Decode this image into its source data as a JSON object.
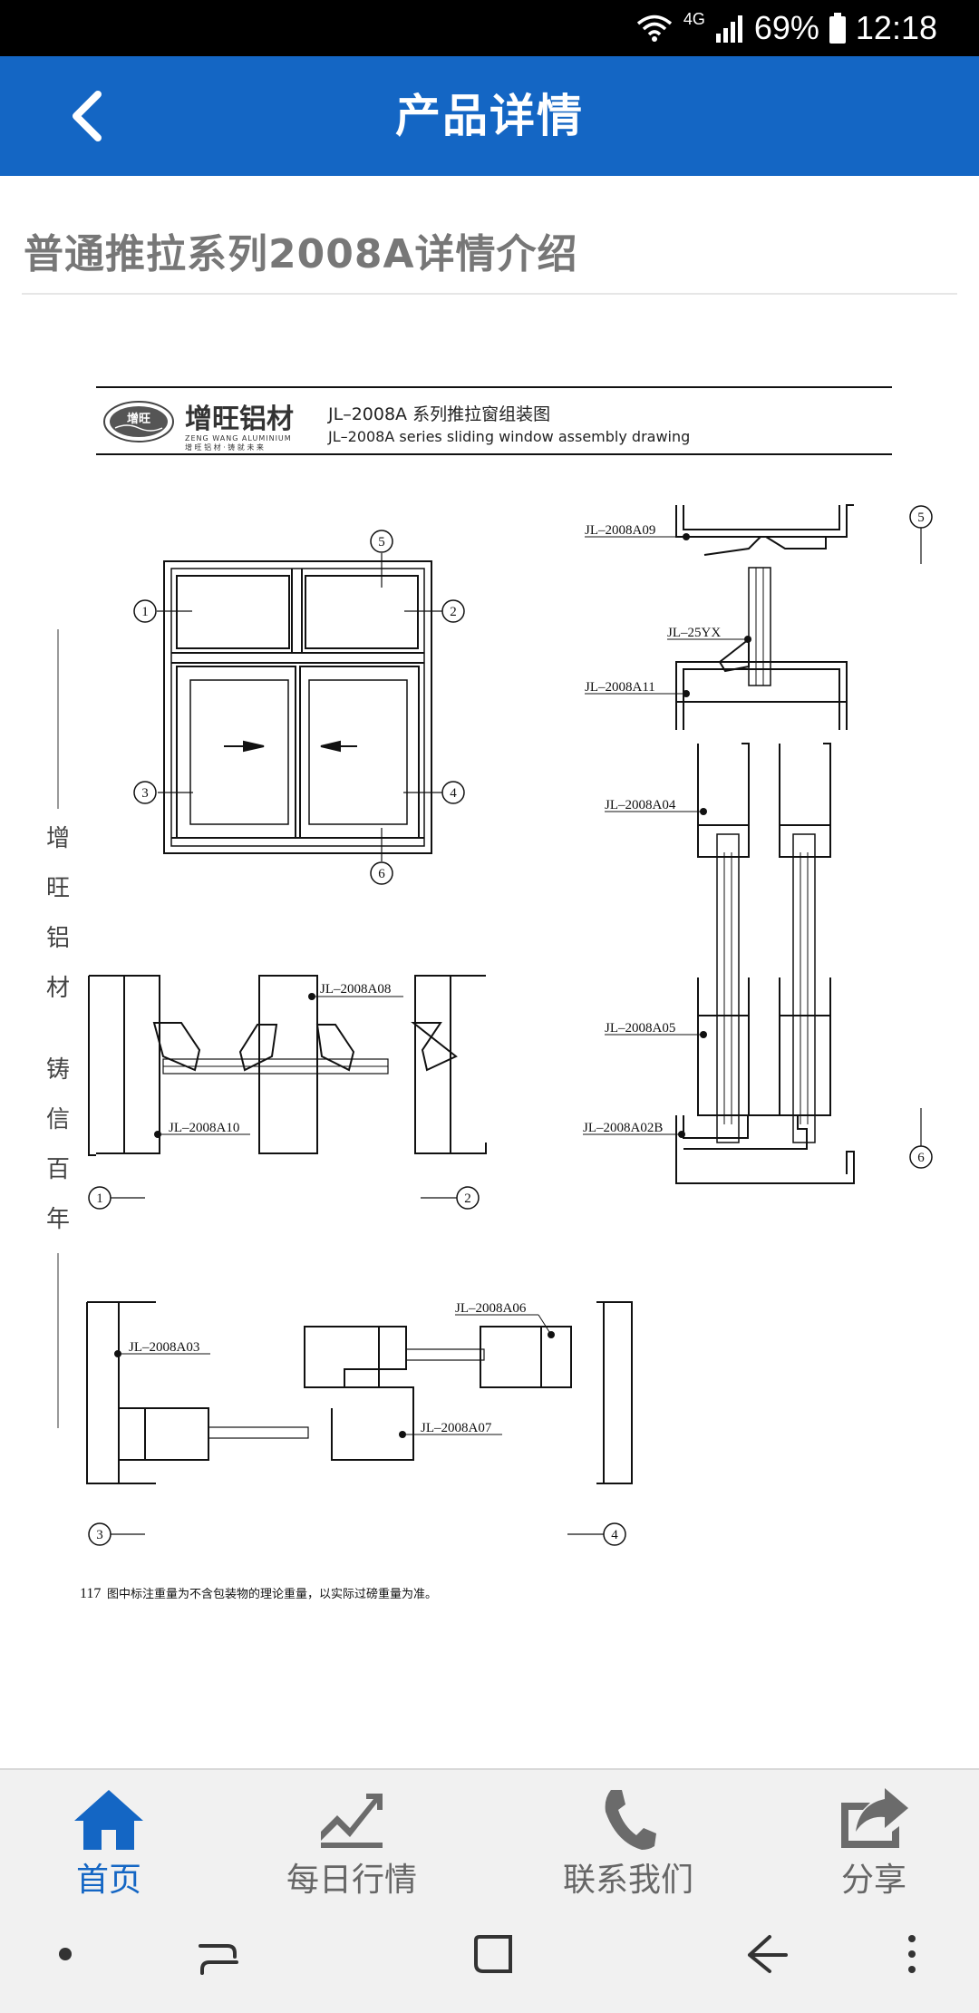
{
  "status": {
    "network": "4G",
    "battery": "69%",
    "time": "12:18"
  },
  "header": {
    "title": "产品详情"
  },
  "article": {
    "title": "普通推拉系列2008A详情介绍"
  },
  "drawing": {
    "brand_name": "增旺铝材",
    "brand_en": "ZENG WANG  ALUMINIUM",
    "brand_slogan": "增 旺 铝 材 · 铸 就 未 来",
    "logo_text": "增旺",
    "title_cn": "JL–2008A 系列推拉窗组装图",
    "title_en": "JL–2008A series sliding window assembly drawing",
    "side_motto": [
      "增",
      "旺",
      "铝",
      "材",
      "铸",
      "信",
      "百",
      "年"
    ],
    "circle_numbers": [
      "1",
      "2",
      "3",
      "4",
      "5",
      "6"
    ],
    "parts": {
      "a09": "JL–2008A09",
      "yx25": "JL–25YX",
      "a11": "JL–2008A11",
      "a04": "JL–2008A04",
      "a05": "JL–2008A05",
      "a02b": "JL–2008A02B",
      "a08": "JL–2008A08",
      "a10": "JL–2008A10",
      "a03": "JL–2008A03",
      "a06": "JL–2008A06",
      "a07": "JL–2008A07"
    },
    "page_number": "117",
    "footnote": "图中标注重量为不含包装物的理论重量，以实际过磅重量为准。"
  },
  "bottom_nav": {
    "items": [
      {
        "label": "首页",
        "icon": "home-icon"
      },
      {
        "label": "每日行情",
        "icon": "trend-chart-icon"
      },
      {
        "label": "联系我们",
        "icon": "phone-icon"
      },
      {
        "label": "分享",
        "icon": "share-icon"
      }
    ]
  },
  "colors": {
    "primary": "#1466c4",
    "title_gray": "#777777",
    "nav_bg": "#f1f1f1"
  }
}
